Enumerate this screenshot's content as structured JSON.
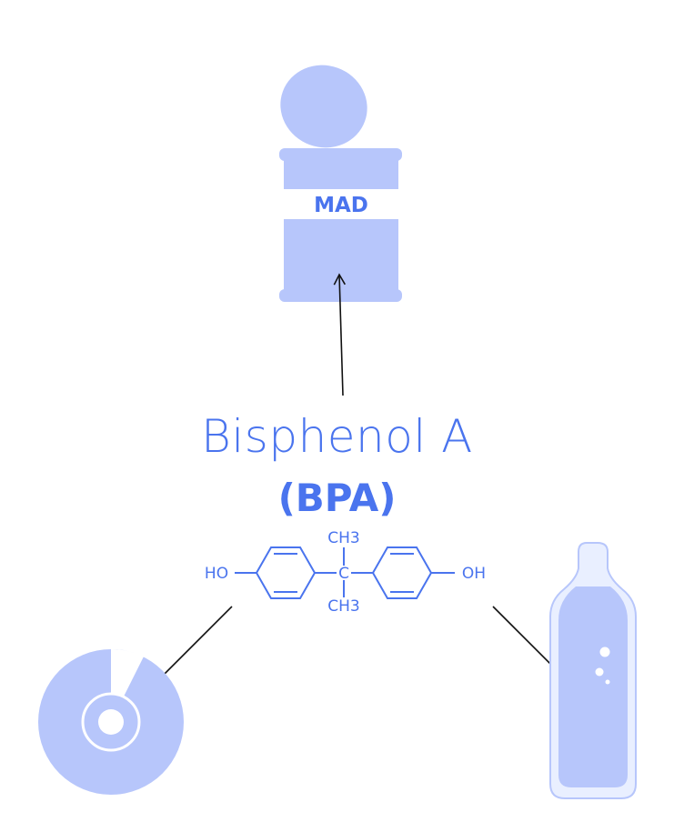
{
  "title": "Bisphenol A",
  "abbreviation": "(BPA)",
  "can_label": "MAD",
  "molecule": {
    "left_group": "HO",
    "right_group": "OH",
    "top_group": "CH3",
    "bottom_group": "CH3",
    "center_atom": "C"
  },
  "colors": {
    "accent": "#4a74ee",
    "fill": "#b7c6fb",
    "white": "#ffffff",
    "arrow": "#111111"
  },
  "icons": [
    "food-can-icon",
    "cd-disc-icon",
    "plastic-bottle-icon"
  ]
}
